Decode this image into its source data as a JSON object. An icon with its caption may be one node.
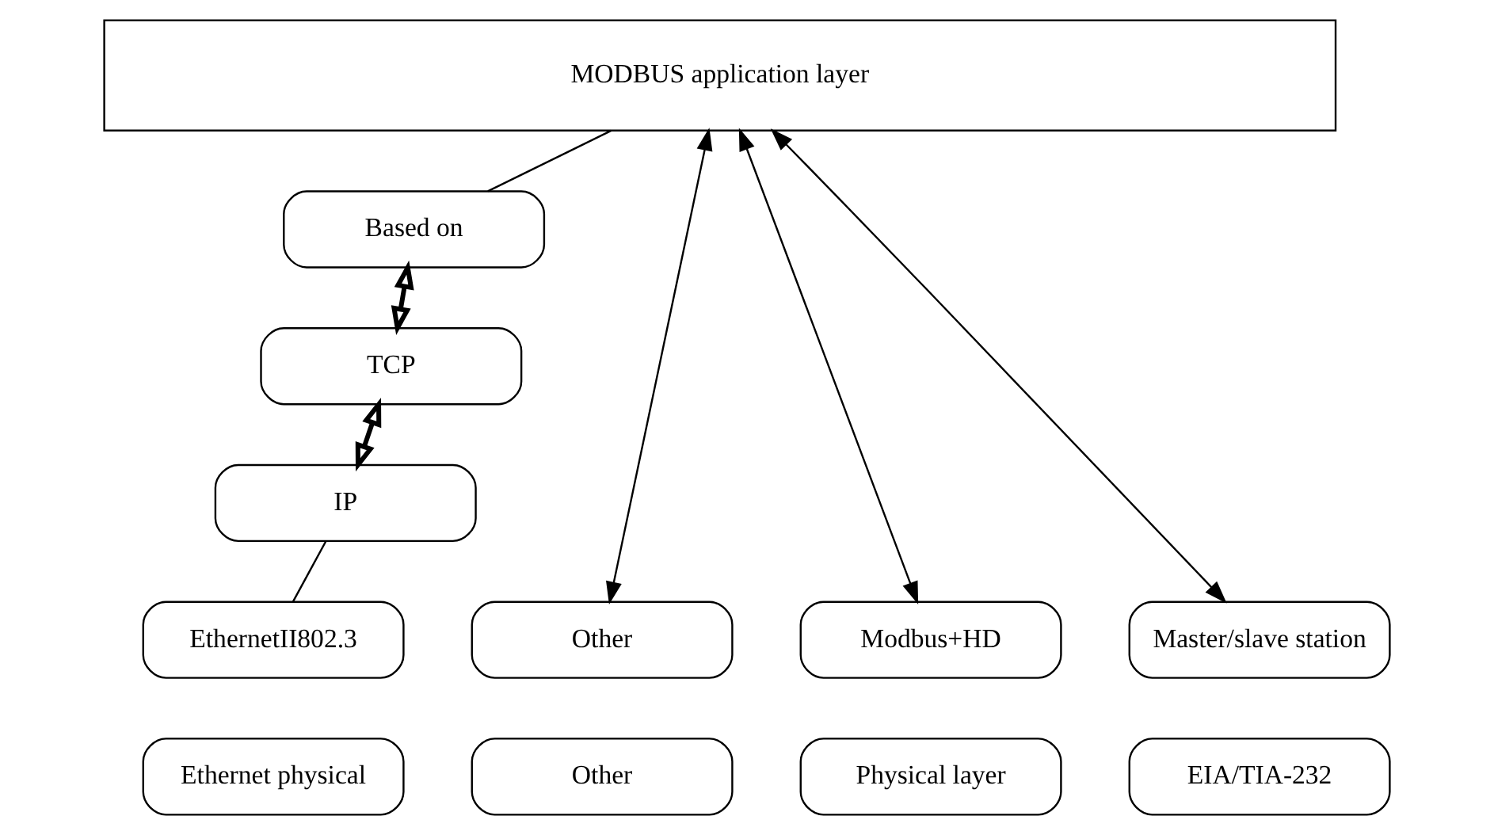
{
  "diagram": {
    "nodes": [
      {
        "text": [
          "MODBUS application layer"
        ]
      },
      {
        "text": [
          "Based on"
        ]
      },
      {
        "text": [
          "TCP"
        ]
      },
      {
        "text": [
          "IP"
        ]
      },
      {
        "text": [
          "Other"
        ]
      },
      {
        "text": [
          "Modbus+HD"
        ]
      },
      {
        "text": [
          "Master/slave station"
        ]
      },
      {
        "text": [
          "EthernetII802.3"
        ]
      },
      {
        "text": [
          "Other"
        ]
      },
      {
        "text": [
          "Physical layer"
        ]
      },
      {
        "text": [
          "EIA/TIA-232"
        ]
      },
      {
        "text": [
          "Ethernet physical"
        ]
      }
    ],
    "edges": [
      {
        "from": 0,
        "to": 4,
        "arrow": "both"
      },
      {
        "from": 0,
        "to": 5,
        "arrow": "both"
      },
      {
        "from": 0,
        "to": 6,
        "arrow": "both"
      },
      {
        "from": 0,
        "to": 1,
        "arrow": "none"
      },
      {
        "from": 1,
        "to": 2,
        "arrow": "both",
        "style": "thick"
      },
      {
        "from": 2,
        "to": 3,
        "arrow": "both",
        "style": "thick"
      },
      {
        "from": 3,
        "to": 7,
        "arrow": "none"
      }
    ]
  }
}
